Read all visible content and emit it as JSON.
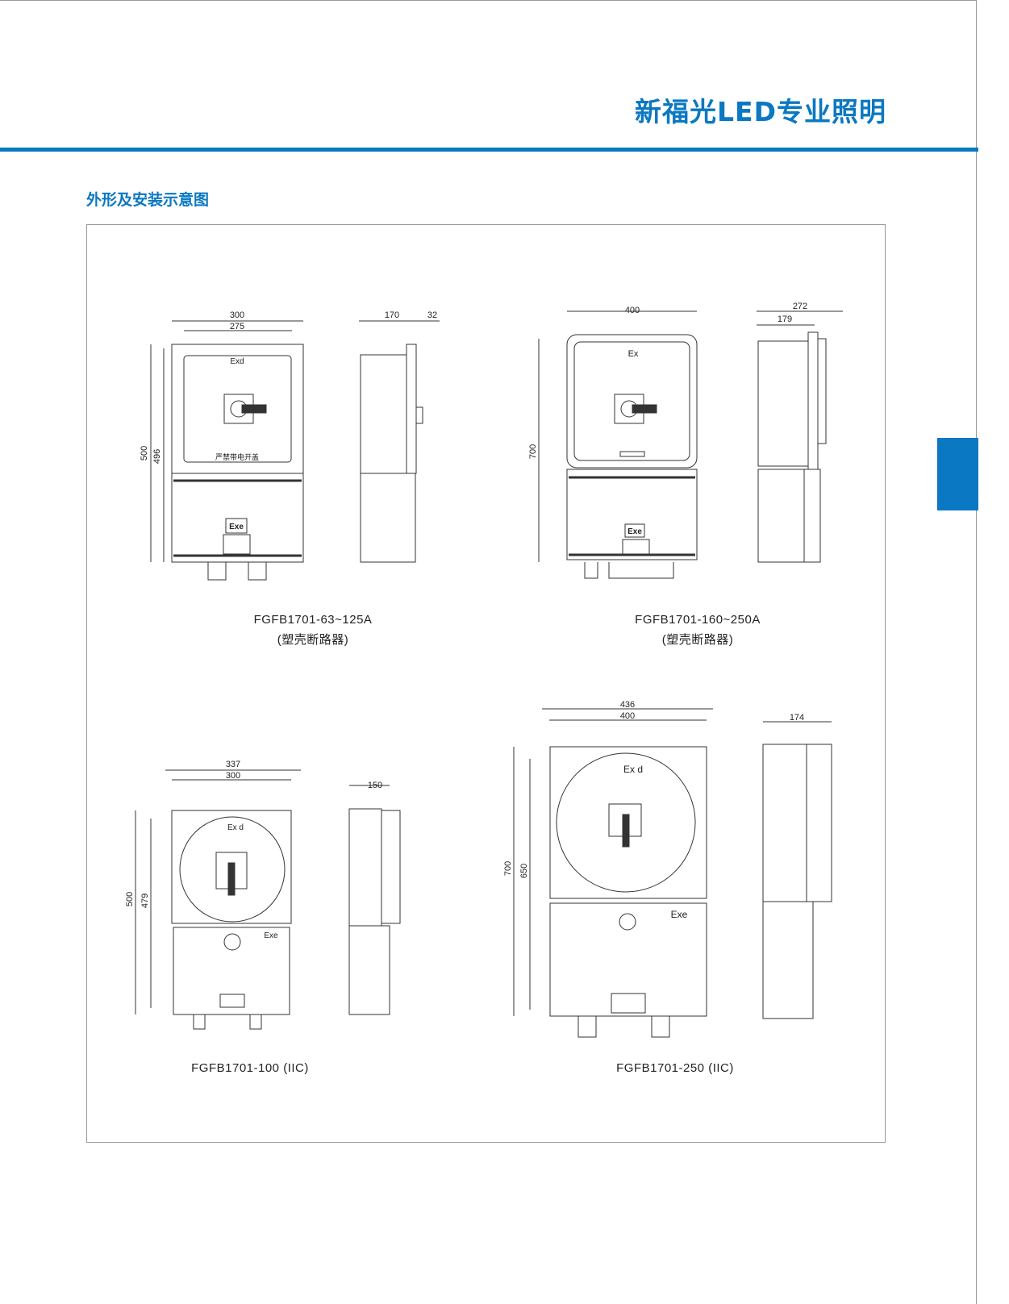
{
  "header": {
    "brand": "新福光LED专业照明",
    "accent": "#0a78c2"
  },
  "section_title": "外形及安装示意图",
  "drawings": [
    {
      "model": "FGFB1701-63~125A",
      "subtitle": "(塑壳断路器)",
      "dims": {
        "width_outer": "300",
        "width_inner": "275",
        "height_outer": "500",
        "height_inner": "496",
        "depth": "170",
        "depth_handle": "32"
      },
      "labels": {
        "upper": "Exd",
        "lower": "Exe",
        "warning": "严禁带电开盖"
      }
    },
    {
      "model": "FGFB1701-160~250A",
      "subtitle": "(塑壳断路器)",
      "dims": {
        "width": "400",
        "height": "700",
        "depth_outer": "272",
        "depth_inner": "179"
      },
      "labels": {
        "upper": "Ex",
        "lower": "Exe"
      }
    },
    {
      "model": "FGFB1701-100 (IIC)",
      "dims": {
        "width_outer": "337",
        "width_inner": "300",
        "height_outer": "500",
        "height_inner": "479",
        "depth": "150"
      },
      "labels": {
        "upper": "Ex d",
        "lower": "Exe"
      }
    },
    {
      "model": "FGFB1701-250 (IIC)",
      "dims": {
        "width_outer": "436",
        "width_inner": "400",
        "height_outer": "700",
        "height_inner": "650",
        "depth": "174"
      },
      "labels": {
        "upper": "Ex d",
        "lower": "Exe"
      }
    }
  ]
}
